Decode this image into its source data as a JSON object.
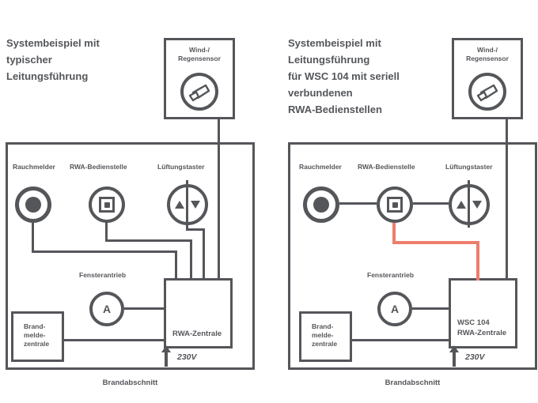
{
  "colors": {
    "ink": "#54565A",
    "accent": "#ED7E6C",
    "background": "#FFFFFF"
  },
  "left": {
    "title": {
      "line1": "Systembeispiel mit",
      "line2": "typischer",
      "line3": "Leitungsführung"
    },
    "sensor_label": {
      "line1": "Wind-/",
      "line2": "Regensensor"
    },
    "smoke_label": "Rauchmelder",
    "control_label": "RWA-Bedienstelle",
    "vent_label": "Lüftungstaster",
    "actuator_label": "Fensterantrieb",
    "actuator_letter": "A",
    "bmz": {
      "line1": "Brand-",
      "line2": "melde-",
      "line3": "zentrale"
    },
    "central": {
      "line1": "RWA-Zentrale"
    },
    "power_label": "230V",
    "caption": "Brandabschnitt"
  },
  "right": {
    "title": {
      "line1": "Systembeispiel mit",
      "line2": "Leitungsführung",
      "line3": "für WSC 104 mit seriell",
      "line4": "verbundenen",
      "line5": "RWA-Bedienstellen"
    },
    "sensor_label": {
      "line1": "Wind-/",
      "line2": "Regensensor"
    },
    "smoke_label": "Rauchmelder",
    "control_label": "RWA-Bedienstelle",
    "vent_label": "Lüftungstaster",
    "actuator_label": "Fensterantrieb",
    "actuator_letter": "A",
    "bmz": {
      "line1": "Brand-",
      "line2": "melde-",
      "line3": "zentrale"
    },
    "central": {
      "line1": "WSC 104",
      "line2": "RWA-Zentrale"
    },
    "power_label": "230V",
    "caption": "Brandabschnitt"
  }
}
